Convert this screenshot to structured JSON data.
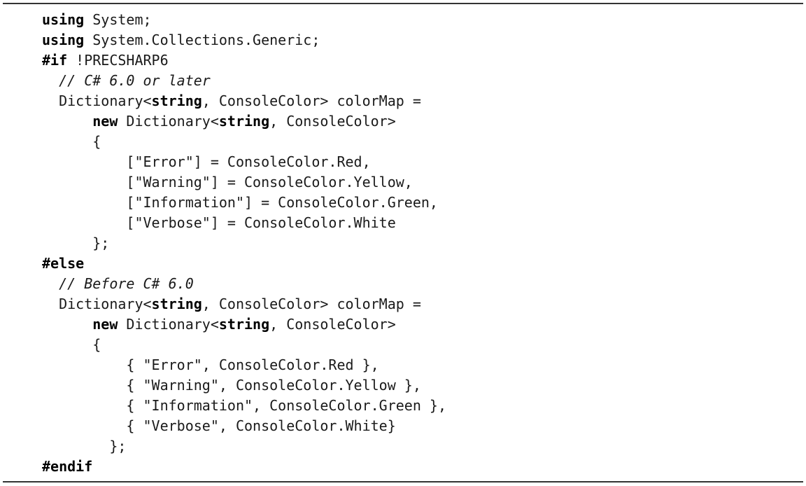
{
  "listing": {
    "lines": [
      {
        "indent": 0,
        "segments": [
          {
            "t": "using",
            "s": "b"
          },
          {
            "t": " System;",
            "s": ""
          }
        ]
      },
      {
        "indent": 0,
        "segments": [
          {
            "t": "using",
            "s": "b"
          },
          {
            "t": " System.Collections.Generic;",
            "s": ""
          }
        ]
      },
      {
        "indent": 0,
        "segments": [
          {
            "t": "#if",
            "s": "b"
          },
          {
            "t": " !PRECSHARP6",
            "s": ""
          }
        ]
      },
      {
        "indent": 2,
        "segments": [
          {
            "t": "// C# 6.0 or later",
            "s": "i"
          }
        ]
      },
      {
        "indent": 2,
        "segments": [
          {
            "t": "Dictionary<",
            "s": ""
          },
          {
            "t": "string",
            "s": "b"
          },
          {
            "t": ", ConsoleColor> colorMap =",
            "s": ""
          }
        ]
      },
      {
        "indent": 6,
        "segments": [
          {
            "t": "new",
            "s": "b"
          },
          {
            "t": " Dictionary<",
            "s": ""
          },
          {
            "t": "string",
            "s": "b"
          },
          {
            "t": ", ConsoleColor>",
            "s": ""
          }
        ]
      },
      {
        "indent": 6,
        "segments": [
          {
            "t": "{",
            "s": ""
          }
        ]
      },
      {
        "indent": 10,
        "segments": [
          {
            "t": "[\"Error\"] = ConsoleColor.Red,",
            "s": ""
          }
        ]
      },
      {
        "indent": 10,
        "segments": [
          {
            "t": "[\"Warning\"] = ConsoleColor.Yellow,",
            "s": ""
          }
        ]
      },
      {
        "indent": 10,
        "segments": [
          {
            "t": "[\"Information\"] = ConsoleColor.Green,",
            "s": ""
          }
        ]
      },
      {
        "indent": 10,
        "segments": [
          {
            "t": "[\"Verbose\"] = ConsoleColor.White",
            "s": ""
          }
        ]
      },
      {
        "indent": 6,
        "segments": [
          {
            "t": "};",
            "s": ""
          }
        ]
      },
      {
        "indent": 0,
        "segments": [
          {
            "t": "#else",
            "s": "b"
          }
        ]
      },
      {
        "indent": 2,
        "segments": [
          {
            "t": "// Before C# 6.0",
            "s": "i"
          }
        ]
      },
      {
        "indent": 2,
        "segments": [
          {
            "t": "Dictionary<",
            "s": ""
          },
          {
            "t": "string",
            "s": "b"
          },
          {
            "t": ", ConsoleColor> colorMap =",
            "s": ""
          }
        ]
      },
      {
        "indent": 6,
        "segments": [
          {
            "t": "new",
            "s": "b"
          },
          {
            "t": " Dictionary<",
            "s": ""
          },
          {
            "t": "string",
            "s": "b"
          },
          {
            "t": ", ConsoleColor>",
            "s": ""
          }
        ]
      },
      {
        "indent": 6,
        "segments": [
          {
            "t": "{",
            "s": ""
          }
        ]
      },
      {
        "indent": 10,
        "segments": [
          {
            "t": "{ \"Error\", ConsoleColor.Red },",
            "s": ""
          }
        ]
      },
      {
        "indent": 10,
        "segments": [
          {
            "t": "{ \"Warning\", ConsoleColor.Yellow },",
            "s": ""
          }
        ]
      },
      {
        "indent": 10,
        "segments": [
          {
            "t": "{ \"Information\", ConsoleColor.Green },",
            "s": ""
          }
        ]
      },
      {
        "indent": 10,
        "segments": [
          {
            "t": "{ \"Verbose\", ConsoleColor.White}",
            "s": ""
          }
        ]
      },
      {
        "indent": 8,
        "segments": [
          {
            "t": "};",
            "s": ""
          }
        ]
      },
      {
        "indent": 0,
        "segments": [
          {
            "t": "#endif",
            "s": "b"
          }
        ]
      }
    ]
  }
}
